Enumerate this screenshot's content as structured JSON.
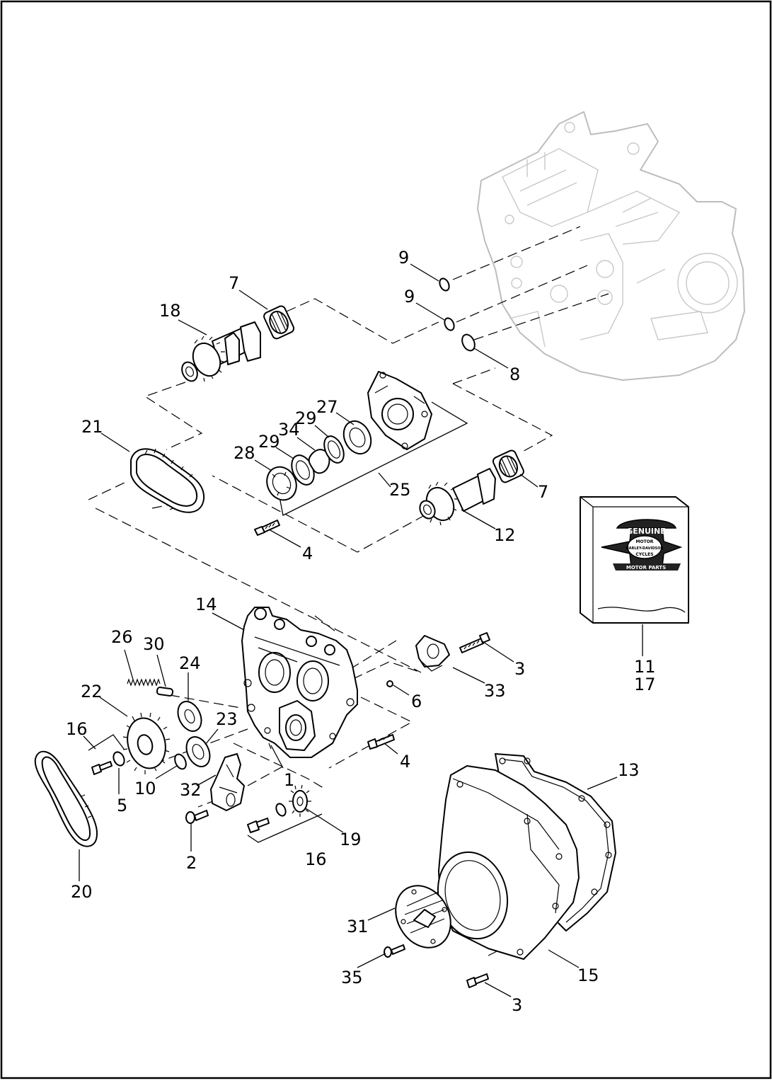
{
  "diagram": {
    "callouts": [
      {
        "id": "c9a",
        "text": "9"
      },
      {
        "id": "c9b",
        "text": "9"
      },
      {
        "id": "c8",
        "text": "8"
      },
      {
        "id": "c7a",
        "text": "7"
      },
      {
        "id": "c18",
        "text": "18"
      },
      {
        "id": "c21",
        "text": "21"
      },
      {
        "id": "c27",
        "text": "27"
      },
      {
        "id": "c29a",
        "text": "29"
      },
      {
        "id": "c34",
        "text": "34"
      },
      {
        "id": "c29b",
        "text": "29"
      },
      {
        "id": "c28",
        "text": "28"
      },
      {
        "id": "c25",
        "text": "25"
      },
      {
        "id": "c7b",
        "text": "7"
      },
      {
        "id": "c12",
        "text": "12"
      },
      {
        "id": "c4a",
        "text": "4"
      },
      {
        "id": "c14",
        "text": "14"
      },
      {
        "id": "c26",
        "text": "26"
      },
      {
        "id": "c30",
        "text": "30"
      },
      {
        "id": "c24",
        "text": "24"
      },
      {
        "id": "c22",
        "text": "22"
      },
      {
        "id": "c23",
        "text": "23"
      },
      {
        "id": "c16a",
        "text": "16"
      },
      {
        "id": "c10",
        "text": "10"
      },
      {
        "id": "c5",
        "text": "5"
      },
      {
        "id": "c32",
        "text": "32"
      },
      {
        "id": "c1",
        "text": "1"
      },
      {
        "id": "c3a",
        "text": "3"
      },
      {
        "id": "c33",
        "text": "33"
      },
      {
        "id": "c6",
        "text": "6"
      },
      {
        "id": "c4b",
        "text": "4"
      },
      {
        "id": "c11",
        "text": "11"
      },
      {
        "id": "c17",
        "text": "17"
      },
      {
        "id": "c13",
        "text": "13"
      },
      {
        "id": "c19",
        "text": "19"
      },
      {
        "id": "c16b",
        "text": "16"
      },
      {
        "id": "c2",
        "text": "2"
      },
      {
        "id": "c20",
        "text": "20"
      },
      {
        "id": "c31",
        "text": "31"
      },
      {
        "id": "c35",
        "text": "35"
      },
      {
        "id": "c15",
        "text": "15"
      },
      {
        "id": "c3b",
        "text": "3"
      }
    ],
    "logo": {
      "line1": "GENUINE",
      "line2": "MOTOR",
      "line3": "HARLEY-DAVIDSON",
      "line4": "CYCLES",
      "line5": "MOTOR PARTS"
    },
    "icons": [
      "crankcase-outline",
      "camshaft",
      "roller-bearing",
      "oil-pump",
      "cam-support-plate",
      "drive-chain",
      "sprocket",
      "cam-cover",
      "gasket",
      "parts-box"
    ]
  }
}
